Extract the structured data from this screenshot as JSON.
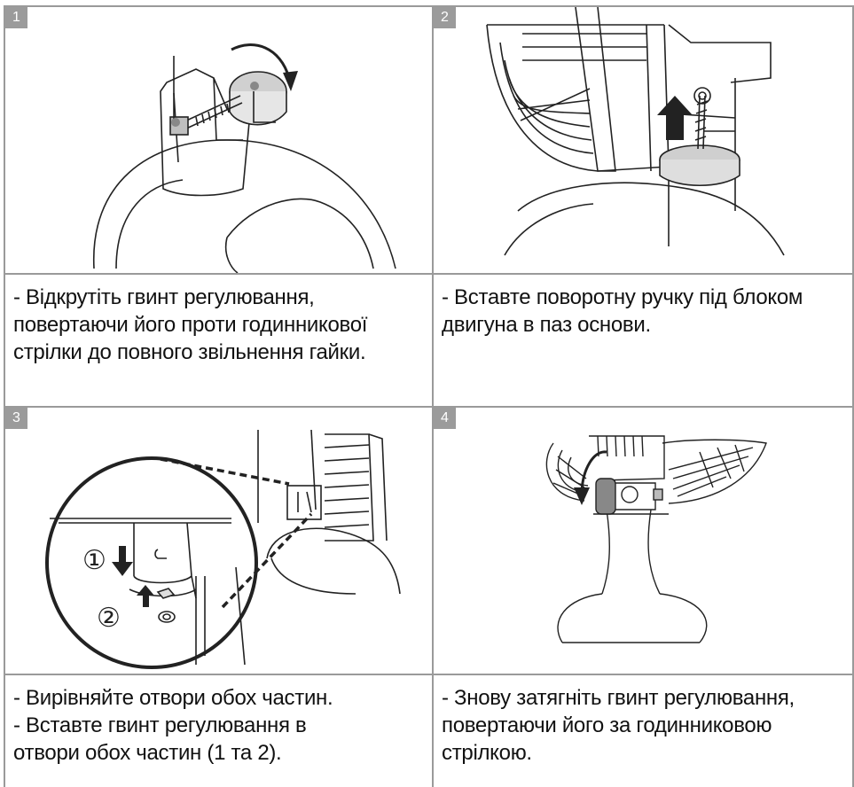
{
  "steps": [
    {
      "number": "1",
      "lines": [
        "- Відкрутіть гвинт регулювання,",
        "повертаючи його проти годинникової",
        "стрілки до повного звільнення гайки."
      ]
    },
    {
      "number": "2",
      "lines": [
        "- Вставте поворотну ручку під блоком",
        "двигуна в паз основи."
      ]
    },
    {
      "number": "3",
      "callouts": [
        "①",
        "②"
      ],
      "lines": [
        "- Вирівняйте отвори обох частин.",
        "- Вставте гвинт регулювання в",
        "отвори обох частин (1 та 2)."
      ]
    },
    {
      "number": "4",
      "lines": [
        "- Знову затягніть гвинт регулювання,",
        "повертаючи його за годинниковою",
        "стрілкою."
      ]
    }
  ],
  "colors": {
    "grid": "#9a9a9a",
    "badge": "#9b9b9b",
    "text": "#111111",
    "drawing": "#222222"
  }
}
